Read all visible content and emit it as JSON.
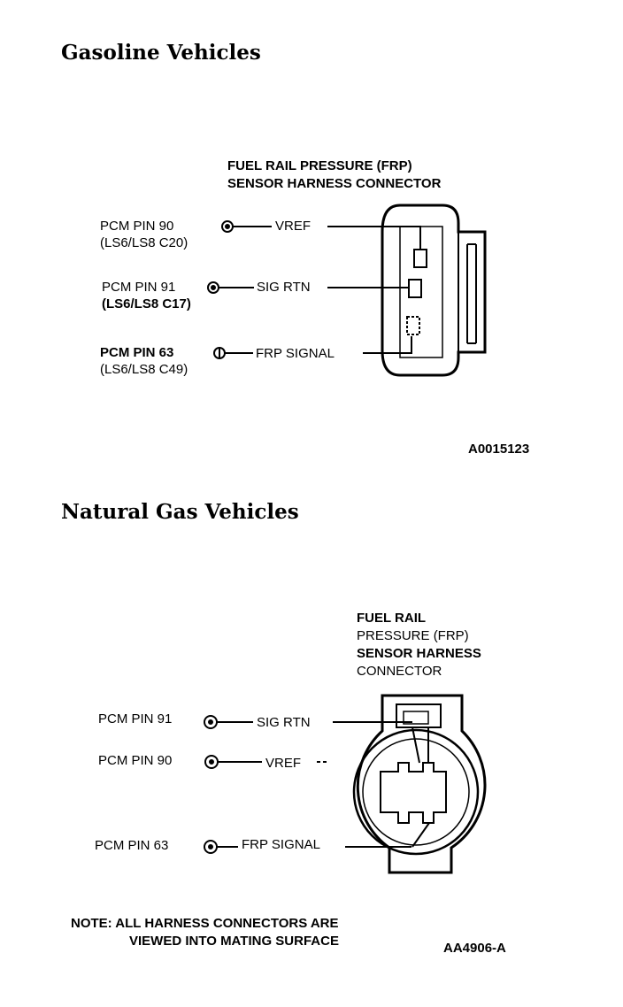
{
  "gasoline": {
    "heading": "Gasoline Vehicles",
    "connector_title": [
      "FUEL RAIL PRESSURE (FRP)",
      "SENSOR HARNESS CONNECTOR"
    ],
    "pins": [
      {
        "pin": "PCM PIN 90",
        "sub": "(LS6/LS8 C20)",
        "signal": "VREF"
      },
      {
        "pin": "PCM PIN 91",
        "sub": "(LS6/LS8 C17)",
        "signal": "SIG RTN"
      },
      {
        "pin": "PCM PIN 63",
        "sub": "(LS6/LS8 C49)",
        "signal": "FRP SIGNAL"
      }
    ],
    "figure_code": "A0015123"
  },
  "natural_gas": {
    "heading": "Natural Gas Vehicles",
    "connector_title": [
      "FUEL RAIL",
      "PRESSURE (FRP)",
      "SENSOR HARNESS",
      "CONNECTOR"
    ],
    "pins": [
      {
        "pin": "PCM PIN 91",
        "signal": "SIG RTN"
      },
      {
        "pin": "PCM PIN 90",
        "signal": "VREF"
      },
      {
        "pin": "PCM PIN 63",
        "signal": "FRP SIGNAL"
      }
    ],
    "note": [
      "NOTE: ALL HARNESS CONNECTORS ARE",
      "VIEWED INTO MATING SURFACE"
    ],
    "figure_code": "AA4906-A"
  }
}
